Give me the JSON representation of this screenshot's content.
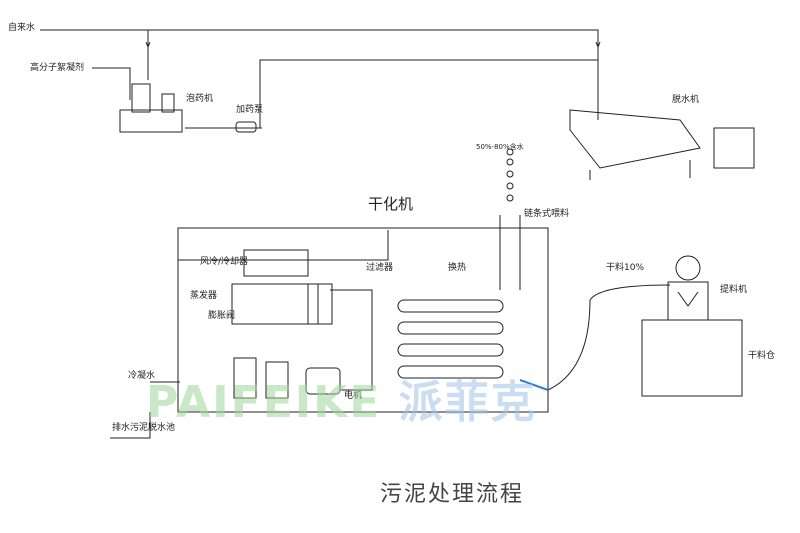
{
  "labels": {
    "tap_water": "自来水",
    "polymer_flocculant": "高分子絮凝剂",
    "dosing_machine": "泡药机",
    "dosing_pump": "加药泵",
    "dewatering_machine": "脱水机",
    "sludge_inlet": "50%-80%含水",
    "feed_chain": "链条式喂料",
    "dryer": "干化机",
    "cooling": "风冷/冷却器",
    "filter": "过滤器",
    "heat_exchanger": "换热",
    "evaporator": "蒸发器",
    "expansion_valve": "膨胀阀",
    "cooling_water": "冷凝水",
    "discharge_water": "排水污泥脱水池",
    "dry_material_pct": "干料10%",
    "silo_machine": "提料机",
    "dry_silo": "干料仓",
    "motor": "电机"
  },
  "title": "污泥处理流程",
  "watermark": {
    "latin": "PAIFEIKE",
    "cjk": "派菲克",
    "latin_color": "#9ed79a",
    "cjk_color": "#9fc2e8"
  }
}
